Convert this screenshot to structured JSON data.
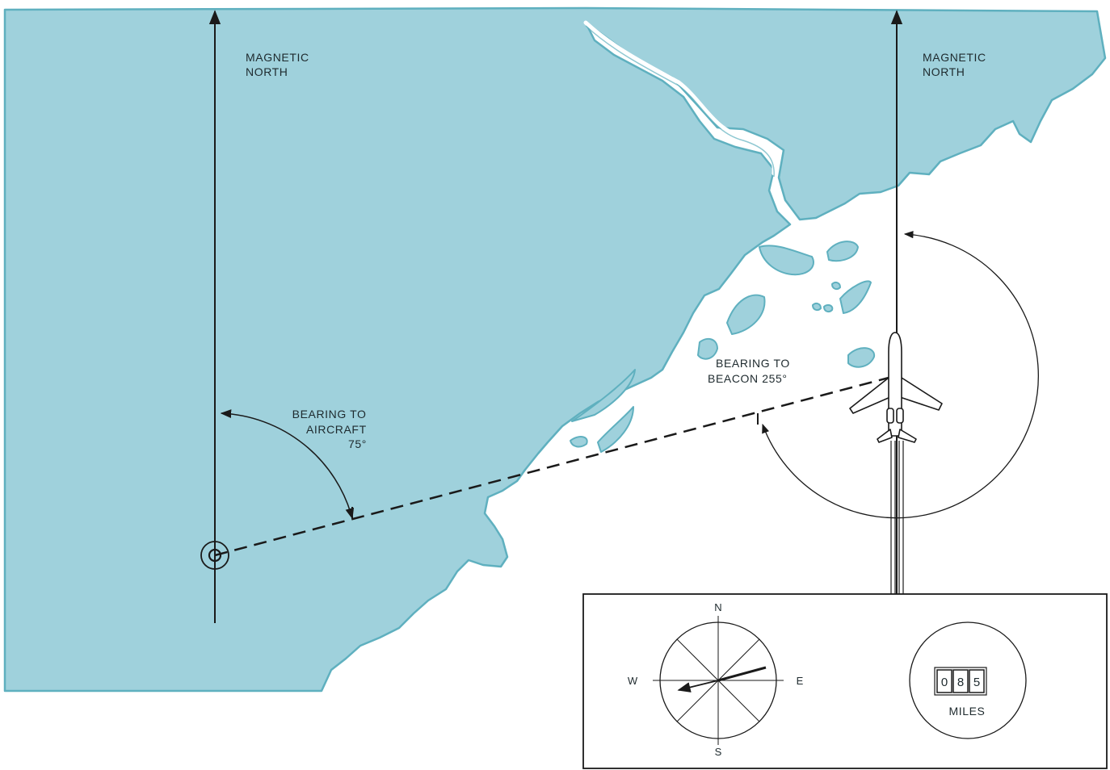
{
  "colors": {
    "land": "#9fd1dc",
    "coast": "#5fb0bf",
    "ink": "#1a1a1a",
    "water": "#ffffff"
  },
  "labels": {
    "magnetic_north_left": [
      "MAGNETIC",
      "NORTH"
    ],
    "magnetic_north_right": [
      "MAGNETIC",
      "NORTH"
    ],
    "bearing_to_aircraft": [
      "BEARING TO",
      "AIRCRAFT",
      "75°"
    ],
    "bearing_to_beacon": [
      "BEARING TO",
      "BEACON 255°"
    ]
  },
  "bearings": {
    "to_aircraft_deg": 75,
    "to_beacon_deg": 255
  },
  "instrument_panel": {
    "compass": {
      "north": "N",
      "east": "E",
      "south": "S",
      "west": "W",
      "needle_heading_deg": 255
    },
    "odometer": {
      "digits": [
        "0",
        "8",
        "5"
      ],
      "unit": "MILES"
    }
  },
  "icons": {
    "beacon": "radio-beacon-icon",
    "aircraft": "jet-aircraft-icon"
  }
}
